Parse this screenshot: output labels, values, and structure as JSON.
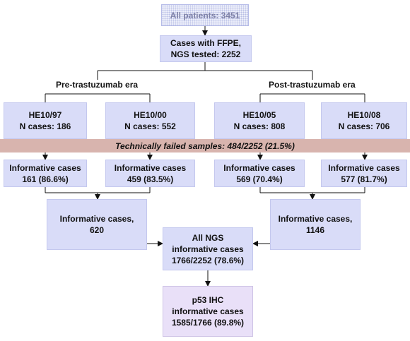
{
  "all_patients": "All patients: 3451",
  "ffpe": [
    "Cases with FFPE,",
    "NGS tested: 2252"
  ],
  "eras": {
    "pre": "Pre-trastuzumab era",
    "post": "Post-trastuzumab era"
  },
  "trials": [
    {
      "name": "HE10/97",
      "cases": "N cases: 186"
    },
    {
      "name": "HE10/00",
      "cases": "N cases: 552"
    },
    {
      "name": "HE10/05",
      "cases": "N cases: 808"
    },
    {
      "name": "HE10/08",
      "cases": "N cases: 706"
    }
  ],
  "failed": "Technically failed samples: 484/2252 (21.5%)",
  "informative": [
    {
      "label": "Informative cases",
      "value": "161 (86.6%)"
    },
    {
      "label": "Informative cases",
      "value": "459 (83.5%)"
    },
    {
      "label": "Informative cases",
      "value": "569 (70.4%)"
    },
    {
      "label": "Informative cases",
      "value": "577 (81.7%)"
    }
  ],
  "pooled_pre": [
    "Informative cases,",
    "620"
  ],
  "pooled_post": [
    "Informative cases,",
    "1146"
  ],
  "all_ngs": [
    "All NGS",
    "informative cases",
    "1766/2252 (78.6%)"
  ],
  "p53": [
    "p53 IHC",
    "informative cases",
    "1585/1766 (89.8%)"
  ]
}
